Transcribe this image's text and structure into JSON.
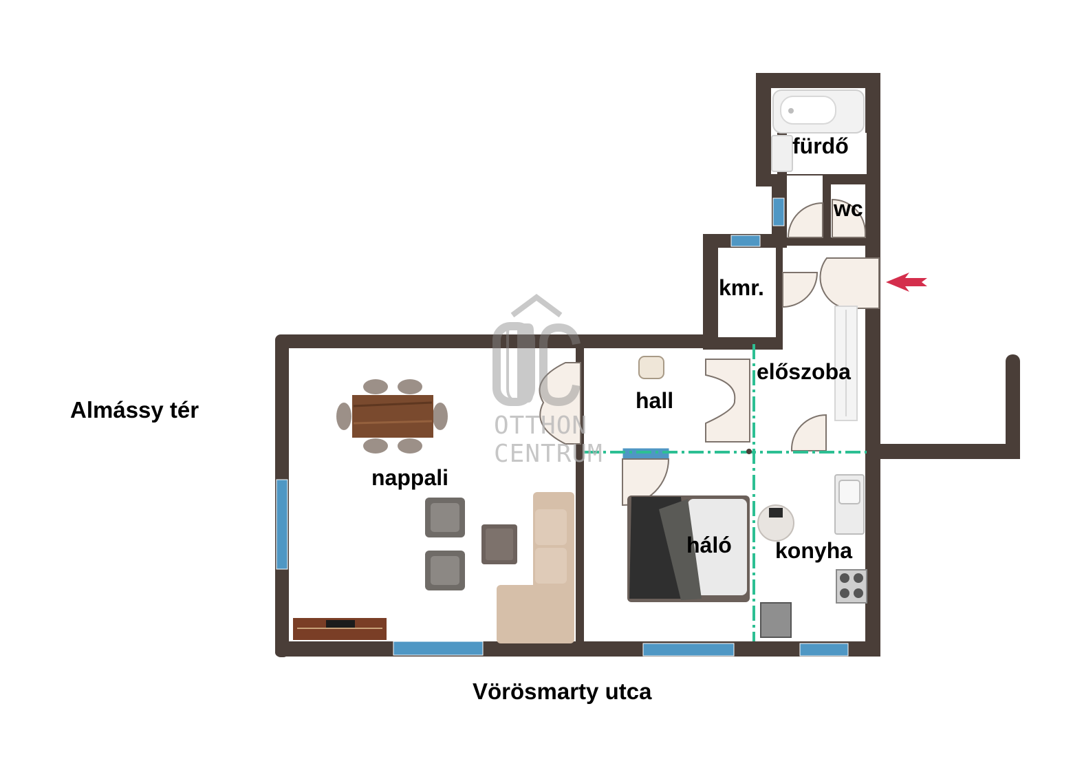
{
  "rooms": {
    "furdo": "fürdő",
    "wc": "wc",
    "kamra": "kmr.",
    "eloszoba": "előszoba",
    "hall": "hall",
    "nappali": "nappali",
    "halo": "háló",
    "konyha": "konyha"
  },
  "streets": {
    "left": "Almássy tér",
    "bottom": "Vörösmarty utca"
  },
  "watermark": {
    "logo_line1": "OTTHON",
    "logo_line2": "CENTRUM"
  },
  "colors": {
    "wall": "#4a3e38",
    "window": "#4f97c4",
    "door": "#f6efe8",
    "divider": "#2dbf93",
    "entrance_arrow": "#d42e4c"
  },
  "icons": {
    "entrance": "entrance-arrow-icon"
  }
}
